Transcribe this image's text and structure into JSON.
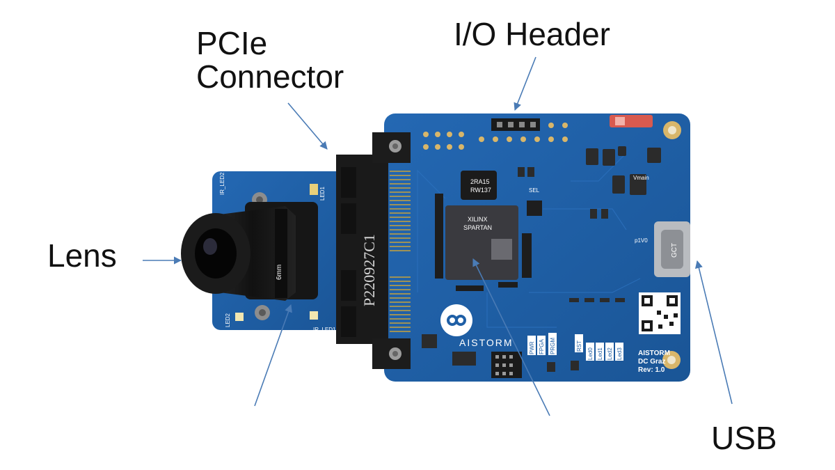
{
  "labels": {
    "pcie": [
      "PCIe",
      "Connector"
    ],
    "io_header": "I/O Header",
    "lens": "Lens",
    "usb": "USB"
  },
  "board": {
    "brand": "AISTORM",
    "board_name": "AISTORM",
    "location": "DC Graz",
    "revision": "Rev: 1.0",
    "connector_marking": "P220927C1",
    "ic1_line1": "2RA15",
    "ic1_line2": "RW137",
    "fpga_line1": "XILINX",
    "fpga_line2": "SPARTAN",
    "usb_marking": "GCT",
    "sel": "SEL",
    "vmain": "Vmain",
    "p1v0": "p1V0",
    "button_labels": [
      "PWR",
      "FPGA",
      "PRGM",
      "RST"
    ],
    "led_labels": [
      "Led0",
      "Led1",
      "Led2",
      "Led3"
    ],
    "sensor_leds": [
      "IR_LED2",
      "LED1",
      "LED2",
      "IR_LED1"
    ],
    "lens_marking": "6mm"
  },
  "colors": {
    "pcb": "#1f5fa6",
    "pcb_dark": "#184e8c",
    "connector": "#1a1a1a",
    "arrow": "#4a7bb5"
  }
}
